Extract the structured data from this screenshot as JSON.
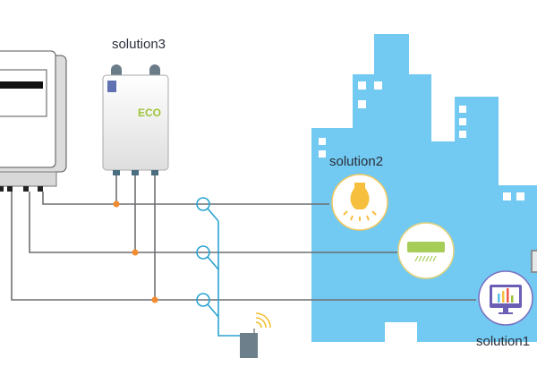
{
  "labels": {
    "solution1": "solution1",
    "solution2": "solution2",
    "solution3": "solution3",
    "eco": "ECO"
  },
  "colors": {
    "building": "#72c9f1",
    "wire": "#6d6f72",
    "switch": "#29a3cf",
    "junction": "#f28a2e",
    "eco_text": "#9dc43a",
    "bulb": "#f7bf3e",
    "ac": "#a6cd57",
    "monitor": "#6a5fb5"
  },
  "icons": [
    "meter-icon",
    "eco-controller-icon",
    "bulb-icon",
    "air-conditioner-icon",
    "monitor-chart-icon",
    "wireless-gateway-icon",
    "wifi-signal-icon"
  ]
}
